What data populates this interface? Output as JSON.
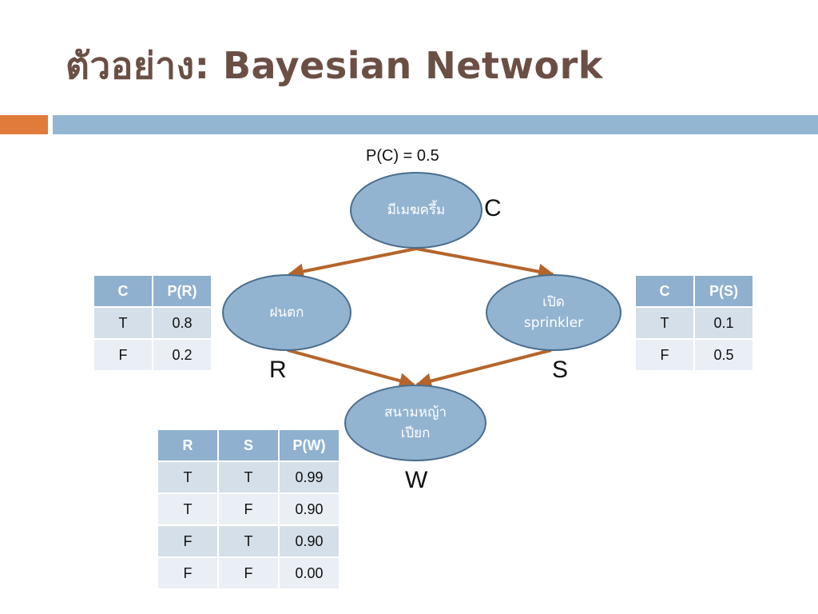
{
  "title": "ตัวอย่าง: Bayesian Network",
  "colors": {
    "title": "#6b4f45",
    "accent_orange": "#e07b39",
    "accent_blue": "#93b6d3",
    "node_fill": "#92b4d1",
    "arrow": "#b5652c"
  },
  "prior_label": "P(C) = 0.5",
  "nodes": {
    "cloudy": {
      "label": "มีเมฆครึ้ม",
      "letter": "C"
    },
    "rain": {
      "label": "ฝนตก",
      "letter": "R"
    },
    "sprinkler": {
      "label": "เปิด\nsprinkler",
      "letter": "S"
    },
    "wetgrass": {
      "label": "สนามหญ้า\nเปียก",
      "letter": "W"
    }
  },
  "edges": [
    {
      "from": "C",
      "to": "R"
    },
    {
      "from": "C",
      "to": "S"
    },
    {
      "from": "R",
      "to": "W"
    },
    {
      "from": "S",
      "to": "W"
    }
  ],
  "tables": {
    "rain": {
      "headers": [
        "C",
        "P(R)"
      ],
      "rows": [
        [
          "T",
          "0.8"
        ],
        [
          "F",
          "0.2"
        ]
      ]
    },
    "sprinkler": {
      "headers": [
        "C",
        "P(S)"
      ],
      "rows": [
        [
          "T",
          "0.1"
        ],
        [
          "F",
          "0.5"
        ]
      ]
    },
    "wetgrass": {
      "headers": [
        "R",
        "S",
        "P(W)"
      ],
      "rows": [
        [
          "T",
          "T",
          "0.99"
        ],
        [
          "T",
          "F",
          "0.90"
        ],
        [
          "F",
          "T",
          "0.90"
        ],
        [
          "F",
          "F",
          "0.00"
        ]
      ]
    }
  }
}
